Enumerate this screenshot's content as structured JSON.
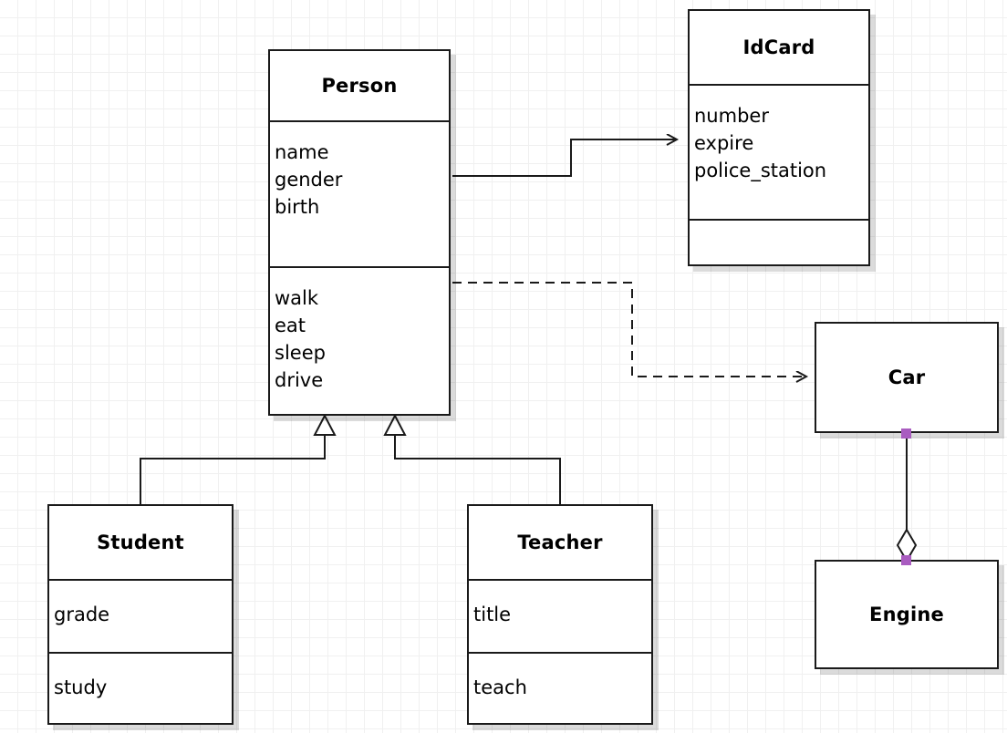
{
  "diagram": {
    "type": "uml-class-diagram",
    "background": "#ffffff",
    "grid_color": "#f0f0f0",
    "line_color": "#1a1a1a",
    "handle_color": "#a95cc0"
  },
  "classes": {
    "person": {
      "name": "Person",
      "attributes": [
        "name",
        "gender",
        "birth"
      ],
      "operations": [
        "walk",
        "eat",
        "sleep",
        "drive"
      ]
    },
    "idcard": {
      "name": "IdCard",
      "attributes": [
        "number",
        "expire",
        "police_station"
      ],
      "operations": []
    },
    "student": {
      "name": "Student",
      "attributes": [
        "grade"
      ],
      "operations": [
        "study"
      ]
    },
    "teacher": {
      "name": "Teacher",
      "attributes": [
        "title"
      ],
      "operations": [
        "teach"
      ]
    },
    "car": {
      "name": "Car",
      "attributes": [],
      "operations": []
    },
    "engine": {
      "name": "Engine",
      "attributes": [],
      "operations": []
    }
  },
  "relationships": [
    {
      "id": "person-idcard",
      "kind": "association",
      "from": "Person",
      "to": "IdCard",
      "style": "solid",
      "arrowhead": "open"
    },
    {
      "id": "person-car",
      "kind": "dependency",
      "from": "Person",
      "to": "Car",
      "style": "dashed",
      "arrowhead": "open"
    },
    {
      "id": "student-person",
      "kind": "generalization",
      "from": "Student",
      "to": "Person",
      "style": "solid",
      "arrowhead": "hollow-triangle"
    },
    {
      "id": "teacher-person",
      "kind": "generalization",
      "from": "Teacher",
      "to": "Person",
      "style": "solid",
      "arrowhead": "hollow-triangle"
    },
    {
      "id": "car-engine",
      "kind": "aggregation",
      "from": "Car",
      "to": "Engine",
      "style": "solid",
      "arrowhead": "hollow-diamond"
    }
  ]
}
